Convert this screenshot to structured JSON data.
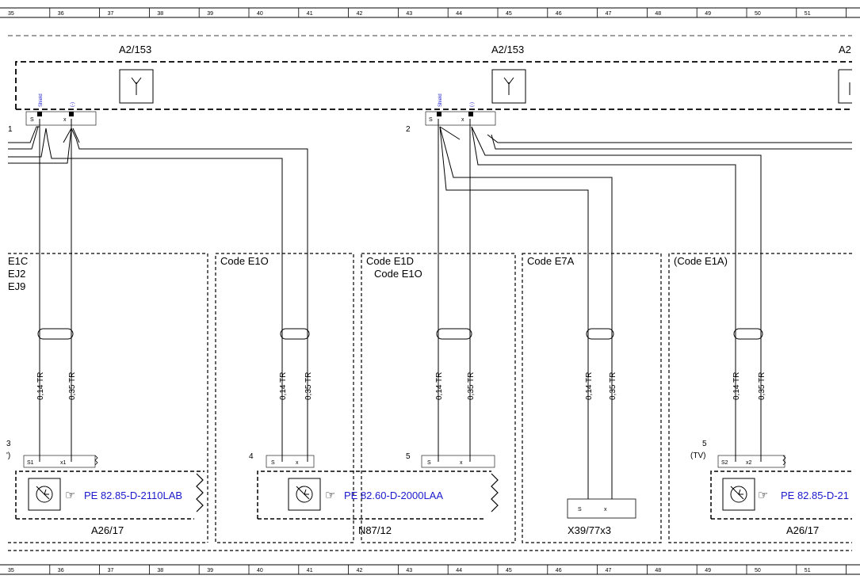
{
  "ruler": [
    "35",
    "36",
    "37",
    "38",
    "39",
    "40",
    "41",
    "42",
    "43",
    "44",
    "45",
    "46",
    "47",
    "48",
    "49",
    "50",
    "51"
  ],
  "modules": [
    {
      "title": "A2/153",
      "pin_s": "S",
      "pin_x": "x",
      "shield": "Shield",
      "minus": "(-)",
      "cable_no": "1"
    },
    {
      "title": "A2/153",
      "pin_s": "S",
      "pin_x": "x",
      "shield": "Shield",
      "minus": "(-)",
      "cable_no": "2"
    },
    {
      "title": "A2"
    }
  ],
  "sections": [
    {
      "codes": [
        "E1C",
        "EJ2",
        "EJ9"
      ]
    },
    {
      "codes": [
        "Code E1O"
      ]
    },
    {
      "codes": [
        "Code E1D",
        "Code E1O"
      ]
    },
    {
      "codes": [
        "Code E7A"
      ]
    },
    {
      "codes": [
        "(Code E1A)"
      ]
    }
  ],
  "wire_labels": {
    "thin": "0,14 TR",
    "thick": "0,35 TR"
  },
  "connectors": [
    {
      "num": "3",
      "sub": "')",
      "pin_s": "S1",
      "pin_x": "x1",
      "ref": "PE 82.85-D-2110LAB",
      "name": "A26/17"
    },
    {
      "num": "4",
      "pin_s": "S",
      "pin_x": "x",
      "ref": "PE 82.60-D-2000LAA",
      "name": ""
    },
    {
      "num": "5",
      "pin_s": "S",
      "pin_x": "x",
      "name": "N87/12"
    },
    {
      "pin_s": "S",
      "pin_x": "x",
      "name": "X39/77x3"
    },
    {
      "num": "5",
      "sub": "(TV)",
      "pin_s": "S2",
      "pin_x": "x2",
      "ref": "PE 82.85-D-21",
      "name": "A26/17"
    }
  ]
}
